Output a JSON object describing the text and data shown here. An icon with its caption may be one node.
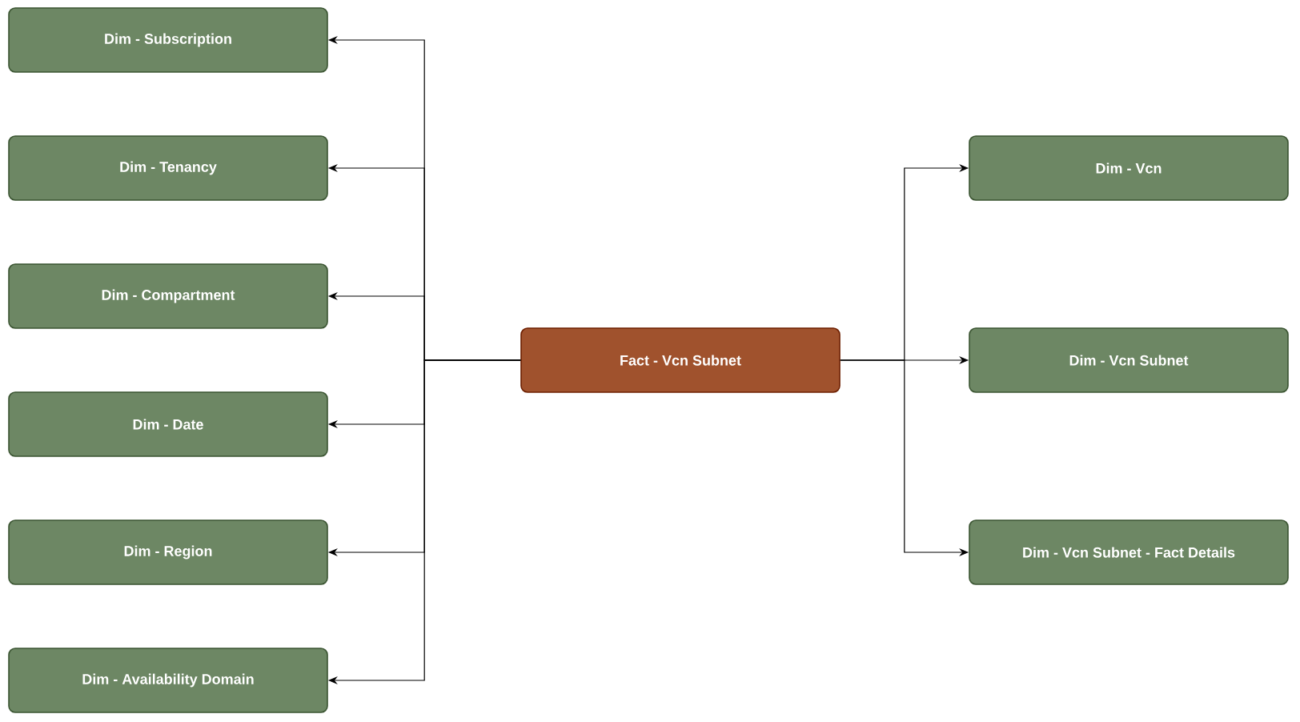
{
  "diagram": {
    "nodes": [
      {
        "text": [
          "Dim - Subscription"
        ]
      },
      {
        "text": [
          "Dim - Tenancy"
        ]
      },
      {
        "text": [
          "Dim - Compartment"
        ]
      },
      {
        "text": [
          "Dim - Date"
        ]
      },
      {
        "text": [
          "Dim - Region"
        ]
      },
      {
        "text": [
          "Dim - Availability Domain"
        ]
      },
      {
        "text": [
          "Fact - Vcn Subnet"
        ]
      },
      {
        "text": [
          "Dim - Vcn"
        ]
      },
      {
        "text": [
          "Dim - Vcn Subnet"
        ]
      },
      {
        "text": [
          "Dim - Vcn Subnet - Fact Details"
        ]
      }
    ],
    "edges": [
      {
        "from": 6,
        "to": 0,
        "arrow": "to"
      },
      {
        "from": 6,
        "to": 1,
        "arrow": "to"
      },
      {
        "from": 6,
        "to": 2,
        "arrow": "to"
      },
      {
        "from": 6,
        "to": 3,
        "arrow": "to"
      },
      {
        "from": 6,
        "to": 4,
        "arrow": "to"
      },
      {
        "from": 6,
        "to": 5,
        "arrow": "to"
      },
      {
        "from": 6,
        "to": 7,
        "arrow": "to"
      },
      {
        "from": 6,
        "to": 8,
        "arrow": "to"
      },
      {
        "from": 6,
        "to": 9,
        "arrow": "to"
      }
    ]
  }
}
